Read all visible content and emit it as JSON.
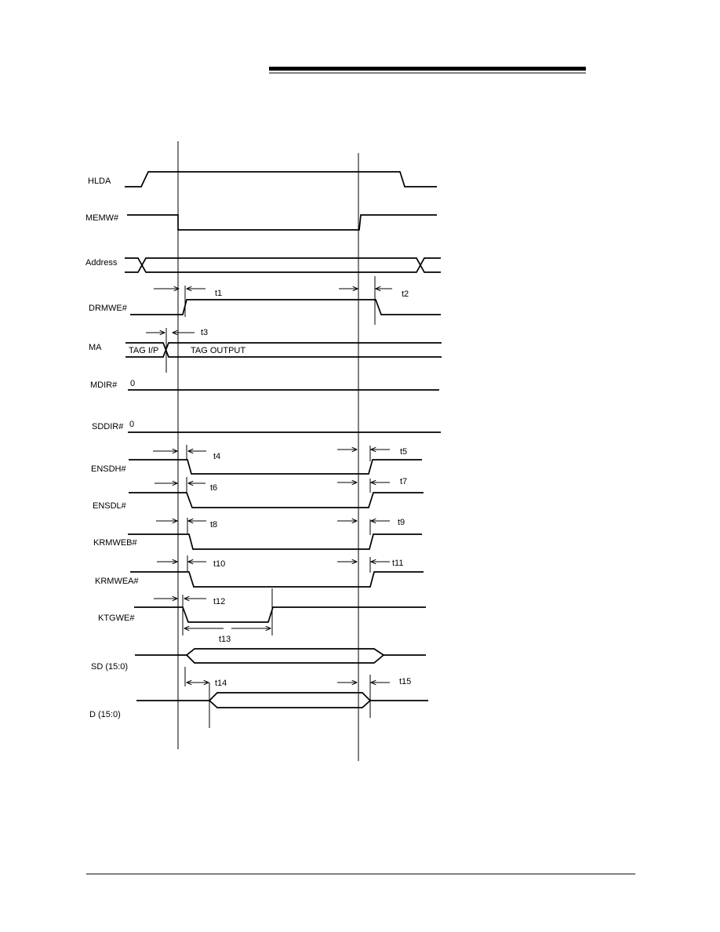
{
  "signals": [
    {
      "id": "hlda",
      "label": "HLDA"
    },
    {
      "id": "memw",
      "label": "MEMW#"
    },
    {
      "id": "address",
      "label": "Address"
    },
    {
      "id": "drmwe",
      "label": "DRMWE#"
    },
    {
      "id": "ma",
      "label": "MA"
    },
    {
      "id": "mdir",
      "label": "MDIR#"
    },
    {
      "id": "sddir",
      "label": "SDDIR#"
    },
    {
      "id": "ensdh",
      "label": "ENSDH#"
    },
    {
      "id": "ensdl",
      "label": "ENSDL#"
    },
    {
      "id": "krmweb",
      "label": "KRMWEB#"
    },
    {
      "id": "krmwea",
      "label": "KRMWEA#"
    },
    {
      "id": "ktgwe",
      "label": "KTGWE#"
    },
    {
      "id": "sd",
      "label": "SD (15:0)"
    },
    {
      "id": "d",
      "label": "D (15:0)"
    }
  ],
  "annotations": {
    "ma_tag_ip": "TAG I/P",
    "ma_tag_output": "TAG OUTPUT",
    "mdir_level": "0",
    "sddir_level": "0"
  },
  "timings": [
    "t1",
    "t2",
    "t3",
    "t4",
    "t5",
    "t6",
    "t7",
    "t8",
    "t9",
    "t10",
    "t11",
    "t12",
    "t13",
    "t14",
    "t15"
  ]
}
